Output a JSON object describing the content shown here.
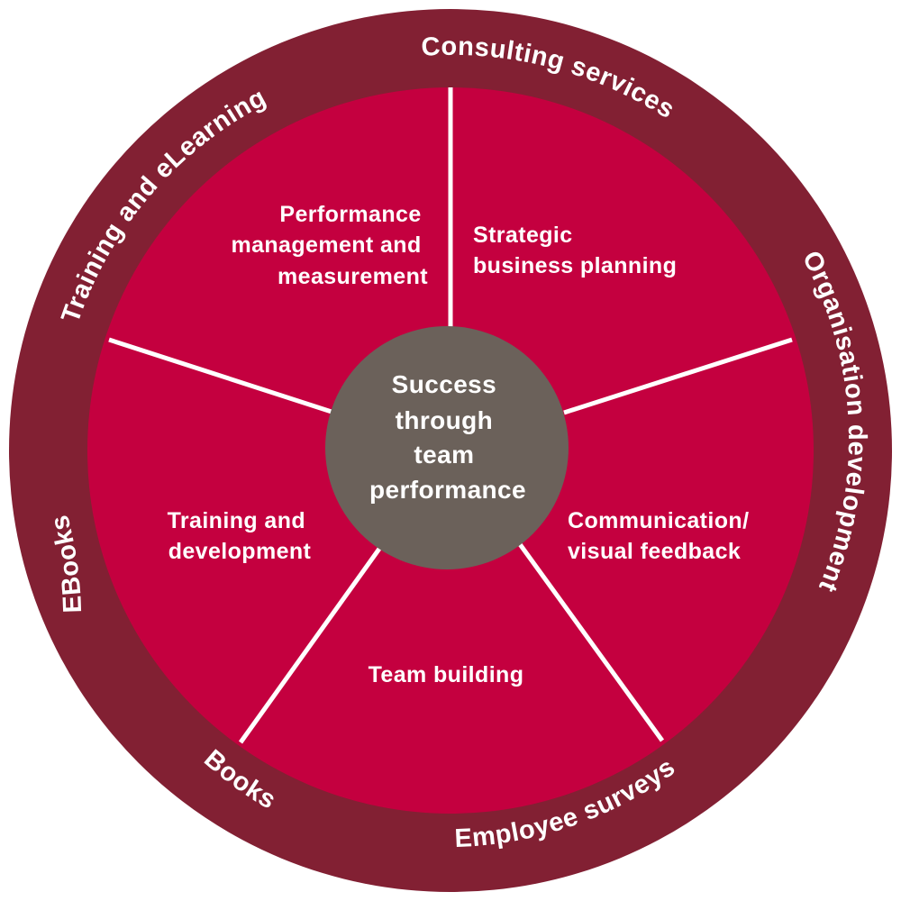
{
  "colors": {
    "outer_ring": "#822033",
    "segment_fill": "#c4003f",
    "divider": "#ffffff",
    "hub": "#6b615a",
    "text": "#ffffff"
  },
  "hub": {
    "lines": [
      "Success",
      "through",
      "team",
      "performance"
    ]
  },
  "segments": [
    {
      "id": "performance",
      "lines": [
        "Performance",
        "management and",
        "measurement"
      ]
    },
    {
      "id": "strategic",
      "lines": [
        "Strategic",
        "business planning"
      ]
    },
    {
      "id": "communication",
      "lines": [
        "Communication/",
        "visual feedback"
      ]
    },
    {
      "id": "team-building",
      "lines": [
        "Team building"
      ]
    },
    {
      "id": "training-development",
      "lines": [
        "Training and",
        "development"
      ]
    }
  ],
  "ring_labels": [
    {
      "id": "consulting-services",
      "text": "Consulting services"
    },
    {
      "id": "organisation-development",
      "text": "Organisation development"
    },
    {
      "id": "employee-surveys",
      "text": "Employee surveys"
    },
    {
      "id": "books",
      "text": "Books"
    },
    {
      "id": "ebooks",
      "text": "EBooks"
    },
    {
      "id": "training-elearning",
      "text": "Training and eLearning"
    }
  ]
}
